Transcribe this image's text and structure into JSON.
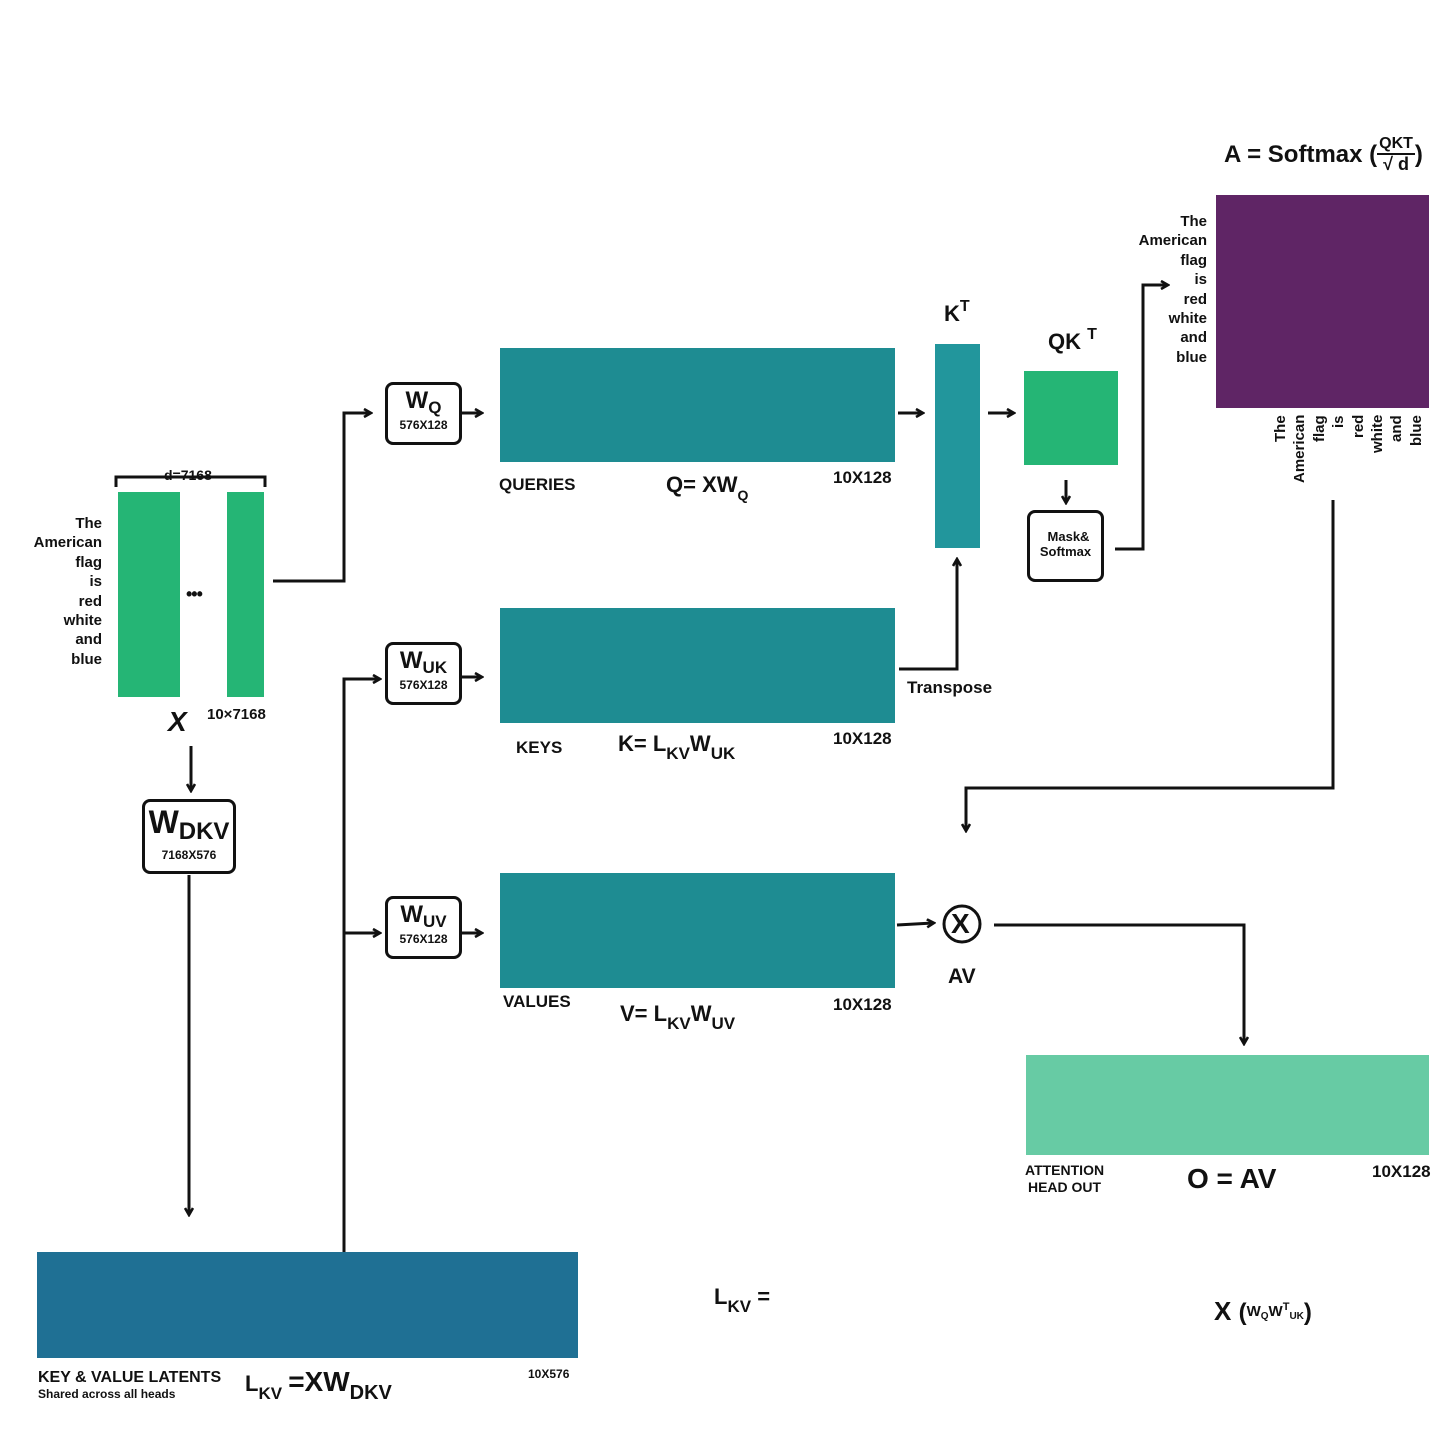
{
  "tokens": [
    "The",
    "American",
    "flag",
    "is",
    "red",
    "white",
    "and",
    "blue"
  ],
  "input": {
    "d_label": "d=7168",
    "ellipsis": "•••",
    "name": "X",
    "dims": "10×7168",
    "color": "#25b575"
  },
  "weights": {
    "wdkv": {
      "main": "W",
      "sub": "DKV",
      "dims": "7168X576"
    },
    "wq": {
      "main": "W",
      "sub": "Q",
      "dims": "576X128"
    },
    "wuk": {
      "main": "W",
      "sub": "UK",
      "dims": "576X128"
    },
    "wuv": {
      "main": "W",
      "sub": "UV",
      "dims": "576X128"
    }
  },
  "queries": {
    "label": "QUERIES",
    "f_main": "Q= XW",
    "f_sub": "Q",
    "dims": "10X128",
    "color": "#1e8c92"
  },
  "keys": {
    "label": "KEYS",
    "f_main": "K= L",
    "f_sub1": "KV",
    "f_mid": "W",
    "f_sub2": "UK",
    "dims": "10X128",
    "color": "#1e8c92"
  },
  "values": {
    "label": "VALUES",
    "f_main": "V= L",
    "f_sub1": "KV",
    "f_mid": "W",
    "f_sub2": "UV",
    "dims": "10X128",
    "color": "#1e8c92"
  },
  "kt": {
    "main": "K",
    "sup": "T",
    "transpose": "Transpose",
    "color": "#22969c"
  },
  "qkt": {
    "main": "QK",
    "sup": "T",
    "color": "#25b575"
  },
  "mask": {
    "line1": "Mask&",
    "line2": "Softmax"
  },
  "attention": {
    "title_main": "A = Softmax (",
    "num": "QKT",
    "den": "√ d",
    "close": ")",
    "color": "#5f2565"
  },
  "av": {
    "symbol": "X",
    "label": "AV"
  },
  "output": {
    "label1": "ATTENTION",
    "label2": "HEAD OUT",
    "formula": "O = AV",
    "dims": "10X128",
    "color": "#67cba4"
  },
  "latents": {
    "label": "KEY & VALUE LATENTS",
    "sublabel": "Shared across all heads",
    "f_L": "L",
    "f_KV": "KV",
    "f_eq": "=XW",
    "f_DKV": "DKV",
    "dims": "10X576",
    "color": "#1f7094"
  },
  "bottom_eq": {
    "L": "L",
    "KV": "KV",
    "eq": "="
  },
  "bottom_x": {
    "X": "X",
    "W1": "W",
    "Q": "Q",
    "W2": "W",
    "T": "T",
    "UK": "UK"
  }
}
